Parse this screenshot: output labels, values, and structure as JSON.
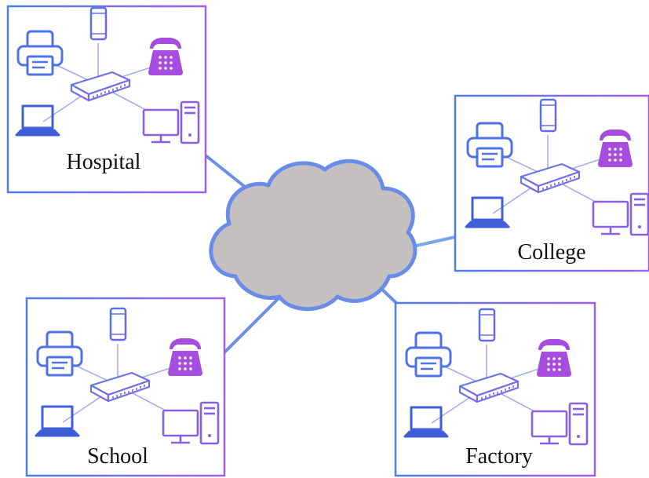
{
  "nodes": [
    {
      "id": "hospital",
      "label": "Hospital"
    },
    {
      "id": "college",
      "label": "College"
    },
    {
      "id": "school",
      "label": "School"
    },
    {
      "id": "factory",
      "label": "Factory"
    }
  ],
  "colors": {
    "cloud_fill": "#c4c0bf",
    "cloud_stroke": "#5f86e8",
    "link": "#6b8fe8",
    "box_left": "#4e7ee6",
    "box_right": "#9a63e6",
    "icon_blue": "#4f6fe2",
    "icon_purple": "#a64de0",
    "icon_mid": "#7b5fe4",
    "wire": "#9aa6ea"
  },
  "icons": [
    "printer-icon",
    "smartphone-icon",
    "telephone-icon",
    "network-switch-icon",
    "laptop-icon",
    "desktop-computer-icon"
  ]
}
